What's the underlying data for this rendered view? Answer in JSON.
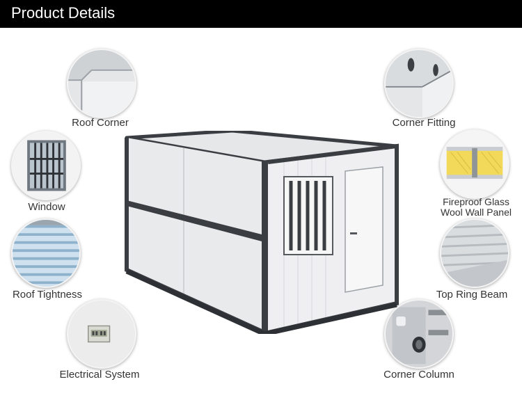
{
  "header": {
    "title": "Product Details"
  },
  "details": [
    {
      "label": "Roof Corner",
      "icon": "roof-corner-photo"
    },
    {
      "label": "Window",
      "icon": "window-photo"
    },
    {
      "label": "Roof Tightness",
      "icon": "roof-tightness-photo"
    },
    {
      "label": "Electrical System",
      "icon": "electrical-system-photo"
    },
    {
      "label": "Corner Fitting",
      "icon": "corner-fitting-photo"
    },
    {
      "label_line1": "Fireproof Glass",
      "label_line2": "Wool Wall Panel",
      "icon": "fireproof-panel-photo"
    },
    {
      "label": "Top Ring Beam",
      "icon": "top-ring-beam-photo"
    },
    {
      "label": "Corner Column",
      "icon": "corner-column-photo"
    }
  ],
  "colors": {
    "banner": "#000000",
    "frame": "#3a3d42",
    "panel": "#e9eaec",
    "insulation": "#f2d95a"
  }
}
